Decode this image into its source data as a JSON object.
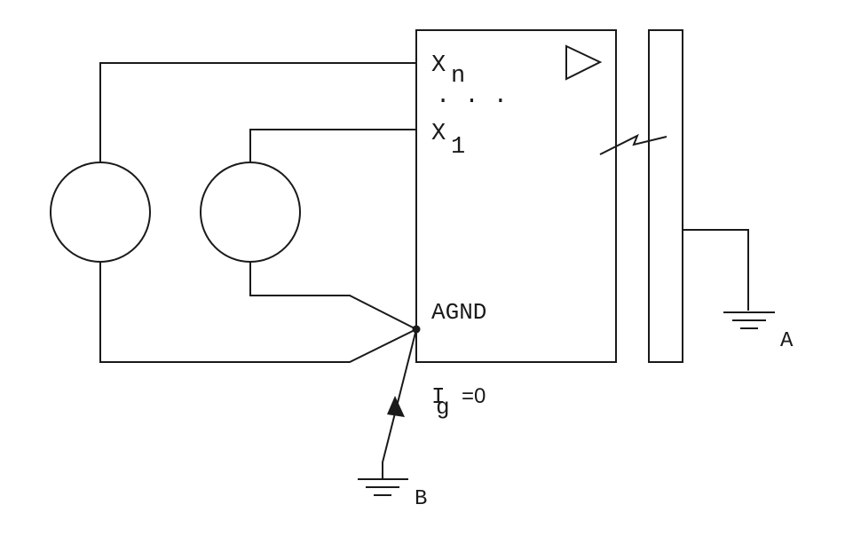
{
  "labels": {
    "xn_base": "X",
    "xn_sub": "n",
    "dots": ". . .",
    "x1_base": "X",
    "x1_sub": "1",
    "agnd": "AGND",
    "ig_base": "I",
    "ig_sub": "g",
    "ig_eq": "=0",
    "ground_a": "A",
    "ground_b": "B"
  }
}
